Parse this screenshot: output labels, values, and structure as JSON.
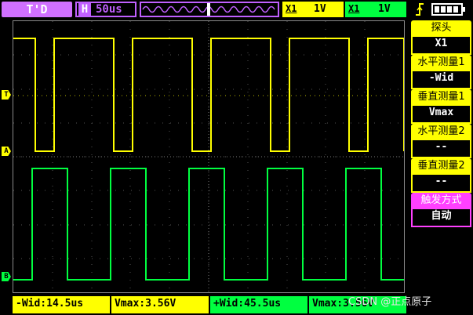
{
  "header": {
    "mode_label": "T'D",
    "timebase_letter": "H",
    "timebase_value": "50us",
    "ch1": {
      "symbol": "X1",
      "volts": "1V"
    },
    "ch2": {
      "symbol": "X1",
      "volts": "1V"
    }
  },
  "markers": {
    "trigger": "T",
    "ch1": "A",
    "ch2": "B"
  },
  "menu": [
    {
      "title": "探头",
      "value": "X1"
    },
    {
      "title": "水平测量1",
      "value": "-Wid"
    },
    {
      "title": "垂直测量1",
      "value": "Vmax"
    },
    {
      "title": "水平测量2",
      "value": "--"
    },
    {
      "title": "垂直测量2",
      "value": "--"
    },
    {
      "title": "触发方式",
      "value": "自动"
    }
  ],
  "measurements": [
    "-Wid:14.5us",
    "Vmax:3.56V",
    "+Wid:45.5us",
    "Vmax:3.56V"
  ],
  "watermark": "CSDN @正点原子",
  "colors": {
    "ch1": "#ffff00",
    "ch2": "#00ff40",
    "accent": "#c060ff",
    "trigger_menu": "#ff40ff"
  }
}
